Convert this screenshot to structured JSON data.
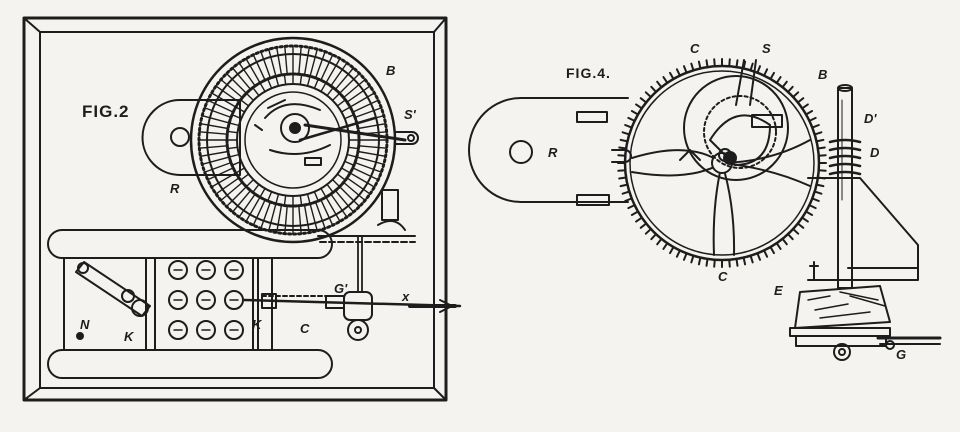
{
  "fig2": {
    "title": "FIG.2",
    "labels": {
      "B": "B",
      "S1": "S'",
      "R": "R",
      "G": "G'",
      "N": "N",
      "K1": "K",
      "K2": "K",
      "C": "C",
      "X": "x"
    }
  },
  "fig4": {
    "title": "FIG.4.",
    "labels": {
      "C_top": "C",
      "S": "S",
      "B": "B",
      "D1": "D'",
      "D": "D",
      "R": "R",
      "C_bottom": "C",
      "E": "E",
      "G": "G"
    }
  },
  "colors": {
    "ink": "#1d1d1d",
    "paper": "#f4f3ef"
  }
}
